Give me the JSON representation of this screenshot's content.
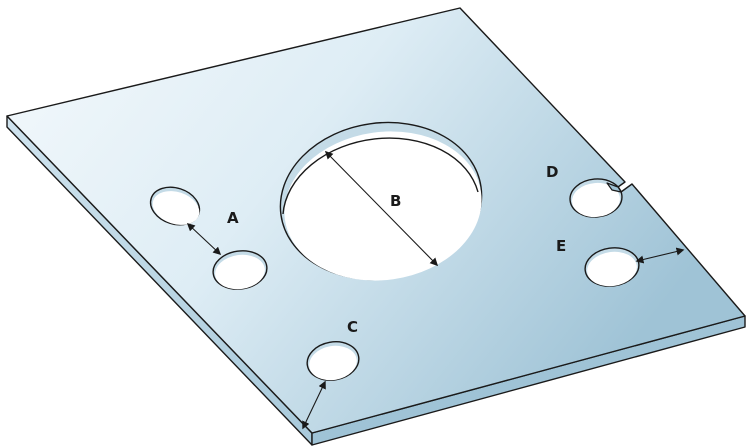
{
  "labels": {
    "a": "A",
    "b": "B",
    "c": "C",
    "d": "D",
    "e": "E"
  },
  "colors": {
    "plate_light": "#f4f9fc",
    "plate_mid": "#d3e6f0",
    "plate_dark": "#9fc3d6",
    "plate_edge": "#b7d3e2",
    "hole_fill": "#ffffff",
    "hole_wall": "#c4dbe7",
    "ink": "#1a1a1a"
  }
}
